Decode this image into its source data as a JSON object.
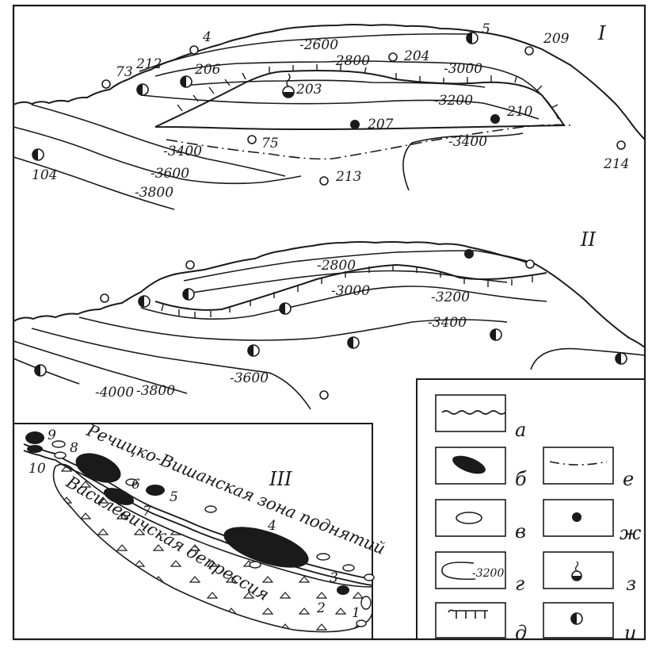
{
  "panel_labels": {
    "panel_1": "I",
    "panel_2": "II",
    "panel_3": "III"
  },
  "panel_1": {
    "contours": [
      "-2600",
      "-2800",
      "-3000",
      "-3200",
      "-3400",
      "-3400",
      "-3600",
      "-3800"
    ],
    "wells": [
      "4",
      "5",
      "73",
      "212",
      "206",
      "203",
      "204",
      "209",
      "207",
      "210",
      "75",
      "213",
      "104",
      "214"
    ]
  },
  "panel_2": {
    "contours": [
      "-2800",
      "-3000",
      "-3200",
      "-3400",
      "-3600",
      "-3800",
      "-4000"
    ]
  },
  "panel_3": {
    "zone_label": "Речицко-Вишанская зона поднятий",
    "depression_label": "Василевичская депрессия",
    "field_numbers": [
      "9",
      "8",
      "10",
      "6",
      "5",
      "7",
      "4",
      "3",
      "2",
      "1"
    ]
  },
  "legend": [
    {
      "letter": "а",
      "symbol": "wavy-line"
    },
    {
      "letter": "б",
      "symbol": "filled-ellipse"
    },
    {
      "letter": "в",
      "symbol": "open-ellipse"
    },
    {
      "letter": "г",
      "symbol": "contour-line",
      "sample": "-3200"
    },
    {
      "letter": "д",
      "symbol": "hatched-fault"
    },
    {
      "letter": "е",
      "symbol": "dash-dot-line"
    },
    {
      "letter": "ж",
      "symbol": "filled-circle"
    },
    {
      "letter": "з",
      "symbol": "well-with-show"
    },
    {
      "letter": "и",
      "symbol": "half-filled-circle"
    }
  ],
  "colors": {
    "ink": "#1a1a1a",
    "paper": "#ffffff"
  }
}
